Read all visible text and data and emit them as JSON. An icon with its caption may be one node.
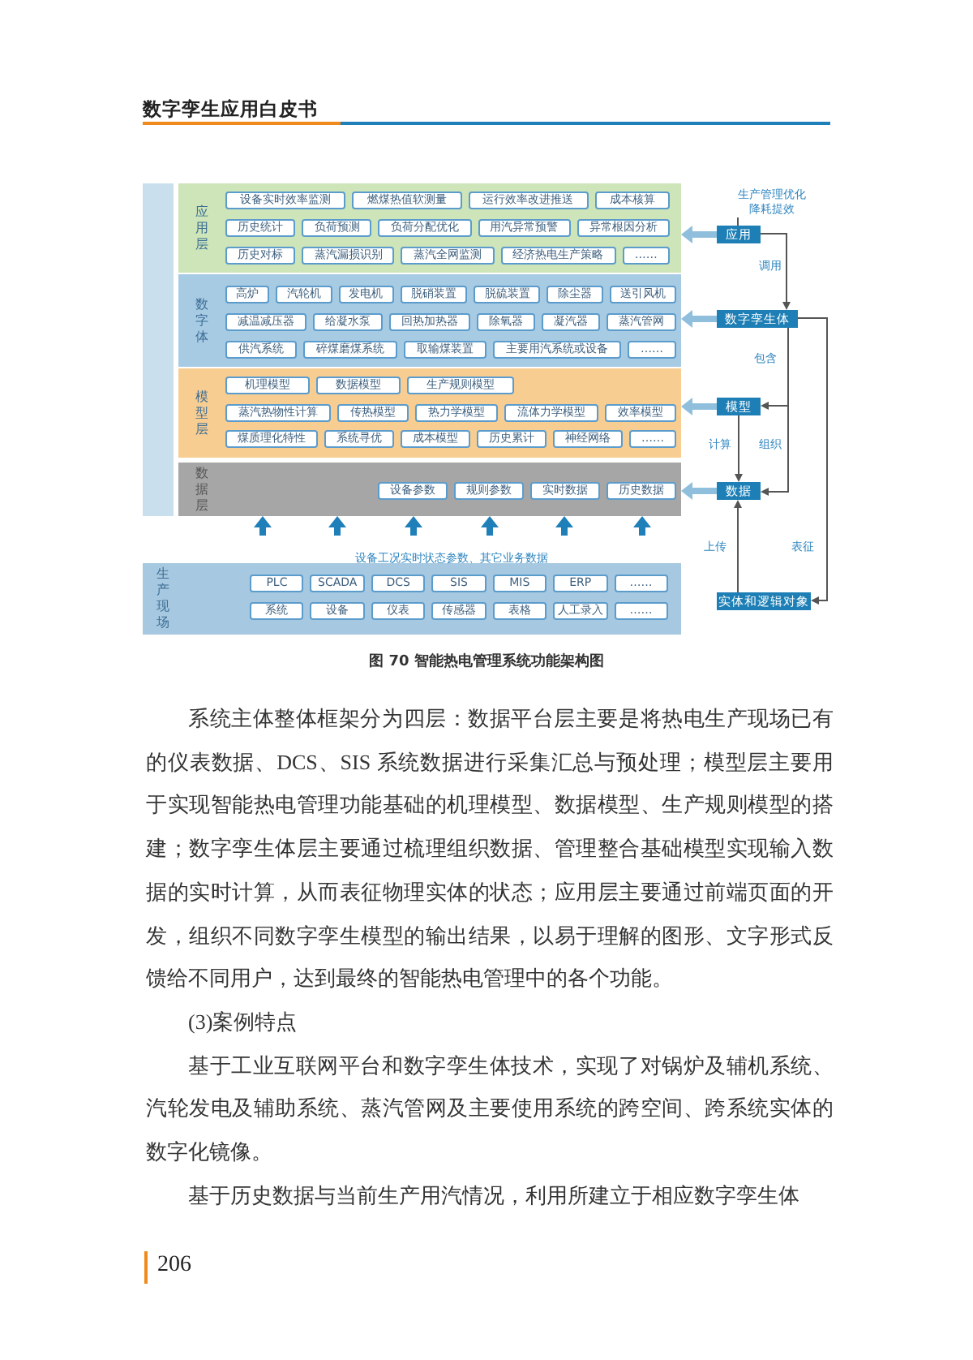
{
  "diagram": {
    "caption": "图 70 智能热电管理系统功能架构图",
    "nodes": [
      {
        "text": [],
        "shape": "bar"
      },
      {
        "text": [
          "应用层"
        ]
      },
      {
        "text": [
          "设备实时效率监测"
        ],
        "in": 1
      },
      {
        "text": [
          "燃煤热值软测量"
        ],
        "in": 1
      },
      {
        "text": [
          "运行效率改进推送"
        ],
        "in": 1
      },
      {
        "text": [
          "成本核算"
        ],
        "in": 1
      },
      {
        "text": [
          "历史统计"
        ],
        "in": 1
      },
      {
        "text": [
          "负荷预测"
        ],
        "in": 1
      },
      {
        "text": [
          "负荷分配优化"
        ],
        "in": 1
      },
      {
        "text": [
          "用汽异常预警"
        ],
        "in": 1
      },
      {
        "text": [
          "异常根因分析"
        ],
        "in": 1
      },
      {
        "text": [
          "历史对标"
        ],
        "in": 1
      },
      {
        "text": [
          "蒸汽漏损识别"
        ],
        "in": 1
      },
      {
        "text": [
          "蒸汽全网监测"
        ],
        "in": 1
      },
      {
        "text": [
          "经济热电生产策略"
        ],
        "in": 1
      },
      {
        "text": [
          "……"
        ],
        "in": 1
      },
      {
        "text": [
          "数字体"
        ]
      },
      {
        "text": [
          "高炉"
        ],
        "in": 16
      },
      {
        "text": [
          "汽轮机"
        ],
        "in": 16
      },
      {
        "text": [
          "发电机"
        ],
        "in": 16
      },
      {
        "text": [
          "脱硝装置"
        ],
        "in": 16
      },
      {
        "text": [
          "脱硫装置"
        ],
        "in": 16
      },
      {
        "text": [
          "除尘器"
        ],
        "in": 16
      },
      {
        "text": [
          "送引风机"
        ],
        "in": 16
      },
      {
        "text": [
          "减温减压器"
        ],
        "in": 16
      },
      {
        "text": [
          "给凝水泵"
        ],
        "in": 16
      },
      {
        "text": [
          "回热加热器"
        ],
        "in": 16
      },
      {
        "text": [
          "除氧器"
        ],
        "in": 16
      },
      {
        "text": [
          "凝汽器"
        ],
        "in": 16
      },
      {
        "text": [
          "蒸汽管网"
        ],
        "in": 16
      },
      {
        "text": [
          "供汽系统"
        ],
        "in": 16
      },
      {
        "text": [
          "碎煤磨煤系统"
        ],
        "in": 16
      },
      {
        "text": [
          "取输煤装置"
        ],
        "in": 16
      },
      {
        "text": [
          "主要用汽系统或设备"
        ],
        "in": 16
      },
      {
        "text": [
          "……"
        ],
        "in": 16
      },
      {
        "text": [
          "模型层"
        ]
      },
      {
        "text": [
          "机理模型"
        ],
        "in": 35
      },
      {
        "text": [
          "数据模型"
        ],
        "in": 35
      },
      {
        "text": [
          "生产规则模型"
        ],
        "in": 35
      },
      {
        "text": [
          "蒸汽热物性计算"
        ],
        "in": 35
      },
      {
        "text": [
          "传热模型"
        ],
        "in": 35
      },
      {
        "text": [
          "热力学模型"
        ],
        "in": 35
      },
      {
        "text": [
          "流体力学模型"
        ],
        "in": 35
      },
      {
        "text": [
          "效率模型"
        ],
        "in": 35
      },
      {
        "text": [
          "煤质理化特性"
        ],
        "in": 35
      },
      {
        "text": [
          "系统寻优"
        ],
        "in": 35
      },
      {
        "text": [
          "成本模型"
        ],
        "in": 35
      },
      {
        "text": [
          "历史累计"
        ],
        "in": 35
      },
      {
        "text": [
          "神经网络"
        ],
        "in": 35
      },
      {
        "text": [
          "……"
        ],
        "in": 35
      },
      {
        "text": [
          "数据层"
        ]
      },
      {
        "text": [
          "设备参数"
        ],
        "in": 50
      },
      {
        "text": [
          "规则参数"
        ],
        "in": 50
      },
      {
        "text": [
          "实时数据"
        ],
        "in": 50
      },
      {
        "text": [
          "历史数据"
        ],
        "in": 50
      },
      {
        "text": [
          "生产现场"
        ]
      },
      {
        "text": [
          "PLC"
        ],
        "in": 55
      },
      {
        "text": [
          "SCADA"
        ],
        "in": 55
      },
      {
        "text": [
          "DCS"
        ],
        "in": 55
      },
      {
        "text": [
          "SIS"
        ],
        "in": 55
      },
      {
        "text": [
          "MIS"
        ],
        "in": 55
      },
      {
        "text": [
          "ERP"
        ],
        "in": 55
      },
      {
        "text": [
          "……"
        ],
        "in": 55
      },
      {
        "text": [
          "系统"
        ],
        "in": 55
      },
      {
        "text": [
          "设备"
        ],
        "in": 55
      },
      {
        "text": [
          "仪表"
        ],
        "in": 55
      },
      {
        "text": [
          "传感器"
        ],
        "in": 55
      },
      {
        "text": [
          "表格"
        ],
        "in": 55
      },
      {
        "text": [
          "人工录入"
        ],
        "in": 55
      },
      {
        "text": [
          "……"
        ],
        "in": 55
      },
      {
        "text": [
          "应用"
        ]
      },
      {
        "text": [
          "数字孪生体"
        ]
      },
      {
        "text": [
          "模型"
        ]
      },
      {
        "text": [
          "数据"
        ]
      },
      {
        "text": [
          "实体和逻辑对象"
        ]
      }
    ],
    "edges": [
      {
        "from": 70,
        "to": null,
        "arrow": "to",
        "label": "生产管理优化降耗提效"
      },
      {
        "from": 70,
        "to": 71,
        "arrow": "to",
        "label": "调用"
      },
      {
        "from": 71,
        "to": 72,
        "arrow": "to",
        "label": "包含"
      },
      {
        "from": 71,
        "to": 73,
        "arrow": "to",
        "label": "组织"
      },
      {
        "from": 72,
        "to": 73,
        "arrow": "to",
        "label": "计算"
      },
      {
        "from": 71,
        "to": 74,
        "arrow": "to",
        "label": "表征"
      },
      {
        "from": 74,
        "to": 73,
        "arrow": "to",
        "label": "上传"
      },
      {
        "from": 70,
        "to": 1,
        "arrow": "to",
        "color": "#8fbfdd"
      },
      {
        "from": 71,
        "to": 16,
        "arrow": "to",
        "color": "#8fbfdd"
      },
      {
        "from": 72,
        "to": 35,
        "arrow": "to",
        "color": "#8fbfdd"
      },
      {
        "from": 73,
        "to": 50,
        "arrow": "to",
        "color": "#8fbfdd"
      },
      {
        "from": null,
        "to": 50,
        "arrow": "to",
        "color": "#1f7fb8"
      },
      {
        "from": null,
        "to": 50,
        "arrow": "to",
        "color": "#1f7fb8"
      },
      {
        "from": null,
        "to": 50,
        "arrow": "to",
        "color": "#1f7fb8"
      },
      {
        "from": null,
        "to": 50,
        "arrow": "to",
        "color": "#1f7fb8"
      },
      {
        "from": null,
        "to": 50,
        "arrow": "to",
        "color": "#1f7fb8"
      },
      {
        "from": null,
        "to": 50,
        "arrow": "to",
        "color": "#1f7fb8"
      }
    ],
    "labels": [
      "数字孪生应用白皮书",
      "设备工况实时状态参数、其它业务数据",
      "系统主体整体框架分为四层：数据平台层主要是将热电生产现场已有的仪表数据、DCS、SIS 系统数据进行采集汇总与预处理；模型层主要用于实现智能热电管理功能基础的机理模型、数据模型、生产规则模型的搭建；数字孪生体层主要通过梳理组织数据、管理整合基础模型实现输入数据的实时计算，从而表征物理实体的状态；应用层主要通过前端页面的开发，组织不同数字孪生模型的输出结果，以易于理解的图形、文字形式反馈给不同用户，达到最终的智能热电管理中的各个功能。",
      "(3)案例特点",
      "基于工业互联网平台和数字孪生体技术，实现了对锅炉及辅机系统、汽轮发电及辅助系统、蒸汽管网及主要使用系统的跨空间、跨系统实体的数字化镜像。",
      "基于历史数据与当前生产用汽情况，利用所建立于相应数字孪生体",
      "206"
    ]
  }
}
